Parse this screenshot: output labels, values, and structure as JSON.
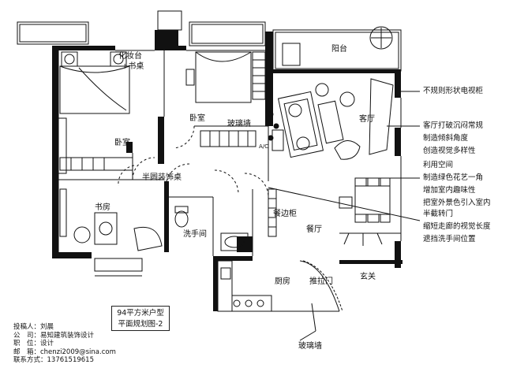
{
  "rooms": {
    "vanity": "化妆台",
    "desk_plus": "+书桌",
    "bedroom_master": "卧室",
    "bedroom_second": "卧室",
    "balcony": "阳台",
    "glass_wall_top": "玻璃墙",
    "living_room": "客厅",
    "half_round_table": "半圆装饰桌",
    "study": "书房",
    "bathroom": "洗手间",
    "sideboard": "餐边柜",
    "dining_room": "餐厅",
    "kitchen": "厨房",
    "sliding_door": "推拉门",
    "entrance": "玄关",
    "glass_wall_bottom": "玻璃墙",
    "ac": "A/C"
  },
  "notes": {
    "tv_cabinet": "不规则形状电视柜",
    "living_notes": [
      "客厅打破沉闷常规",
      "制造倾斜角度",
      "创造视觉多样性"
    ],
    "space_notes": [
      "利用空间",
      "制造绿色花艺一角",
      "增加室内趣味性",
      "把室外景色引入室内"
    ],
    "door_notes": [
      "半截转门",
      "缩短走廊的视觉长度",
      "遮挡洗手间位置"
    ]
  },
  "title_block": {
    "line1": "94平方米户型",
    "line2": "平面规划图-2"
  },
  "info": [
    "投稿人：刘晨",
    "公　司：易知建筑装饰设计",
    "职　位：设计",
    "邮　箱：chenzi2009@sina.com",
    "联系方式：13761519615"
  ]
}
